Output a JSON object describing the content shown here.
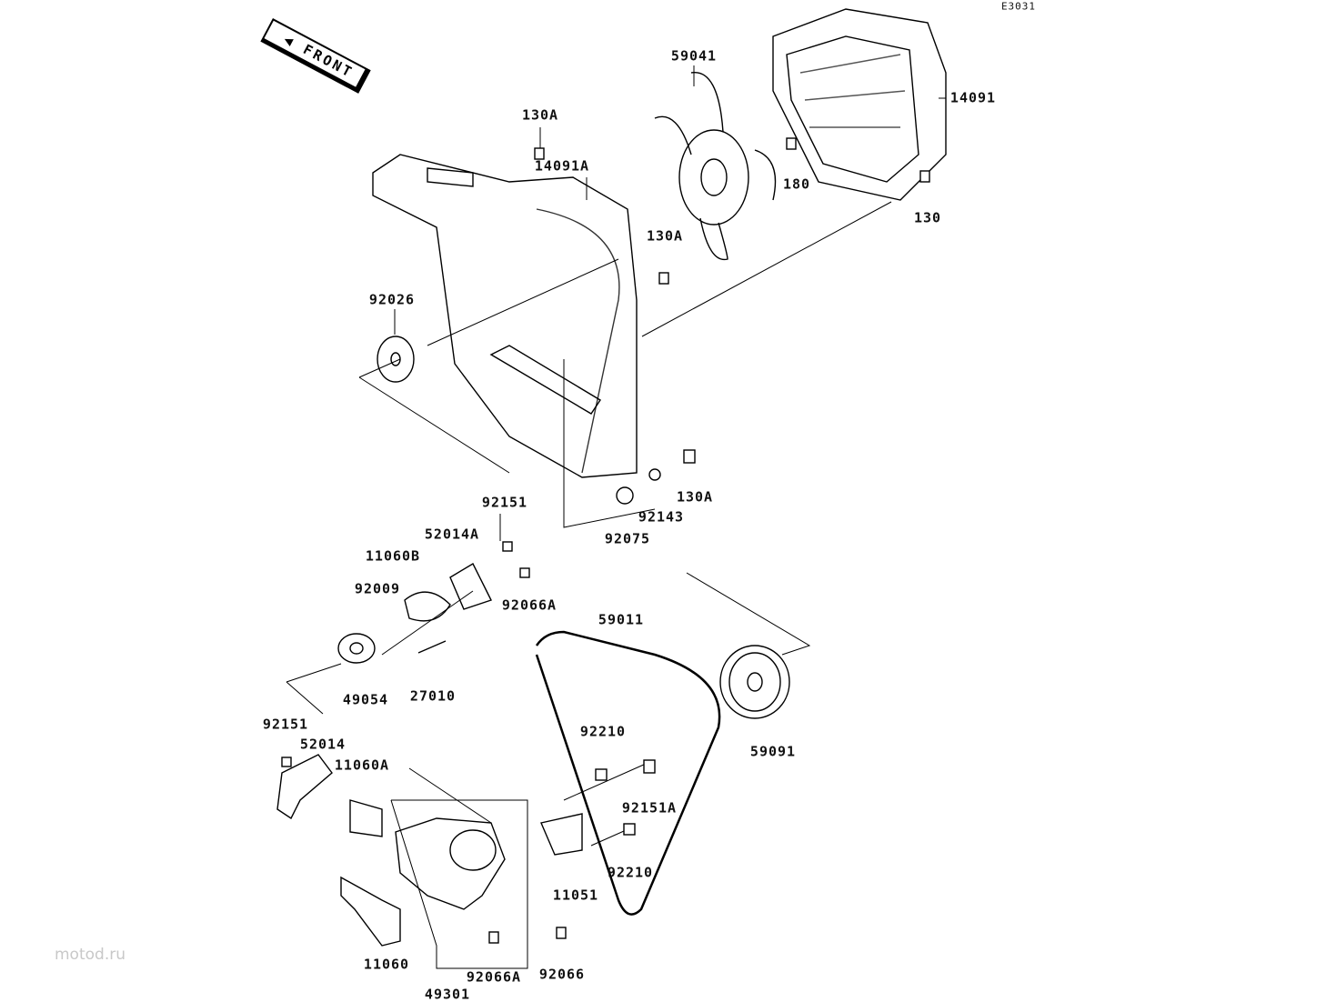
{
  "diagram_code": "E3031",
  "front_label": "FRONT",
  "watermark": "motod.ru",
  "labels": [
    "14091",
    "59041",
    "130A",
    "14091A",
    "180",
    "130",
    "130A",
    "92026",
    "130A",
    "92143",
    "92151",
    "92075",
    "52014A",
    "11060B",
    "92009",
    "92066A",
    "59011",
    "49054",
    "27010",
    "92151",
    "52014",
    "11060A",
    "92210",
    "59091",
    "92151A",
    "92210",
    "11051",
    "11060",
    "92066A",
    "92066",
    "49301"
  ]
}
